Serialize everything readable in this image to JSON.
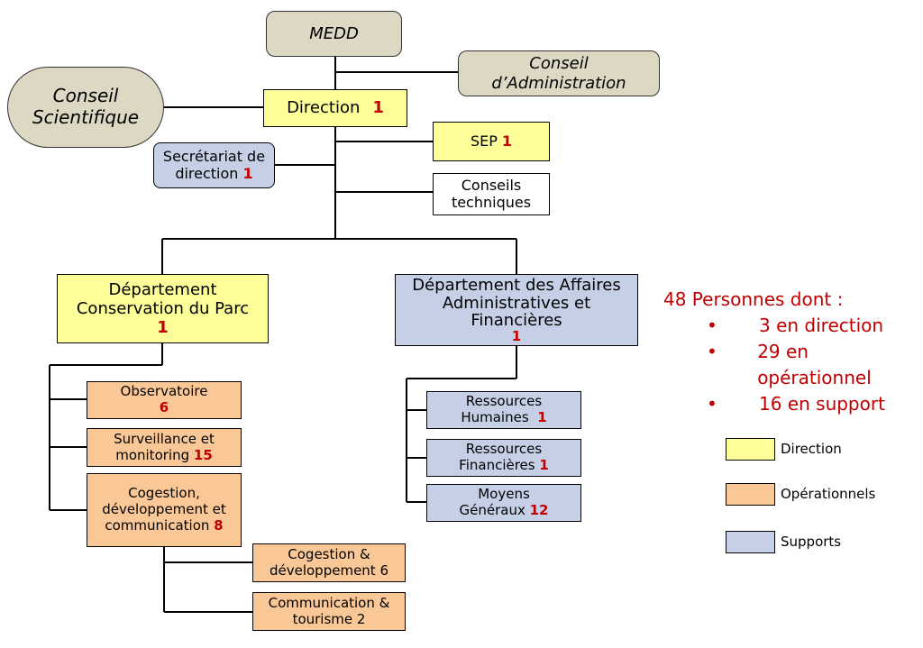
{
  "nodes": {
    "medd": {
      "label": "MEDD"
    },
    "conseil_admin": {
      "line1": "Conseil",
      "line2": "d’Administration"
    },
    "conseil_sci": {
      "line1": "Conseil",
      "line2": "Scientifique"
    },
    "direction": {
      "label": "Direction",
      "count": "1"
    },
    "sep": {
      "label": "SEP",
      "count": "1"
    },
    "secretariat": {
      "line1": "Secrétariat de",
      "line2": "direction",
      "count": "1"
    },
    "conseils_tech": {
      "line1": "Conseils",
      "line2": "techniques"
    },
    "dept_conservation": {
      "line1": "Département",
      "line2": "Conservation du Parc",
      "count": "1"
    },
    "dept_affaires": {
      "line1": "Département des Affaires",
      "line2": "Administratives et",
      "line3": "Financières",
      "count": "1"
    },
    "observatoire": {
      "label": "Observatoire",
      "count": "6"
    },
    "surveillance": {
      "line1": "Surveillance et",
      "line2": "monitoring",
      "count": "15"
    },
    "cogestion_main": {
      "line1": "Cogestion,",
      "line2": "développement et",
      "line3": "communication",
      "count": "8"
    },
    "cogestion_dev": {
      "line1": "Cogestion &",
      "line2": "développement 6"
    },
    "comm_tourisme": {
      "line1": "Communication &",
      "line2": "tourisme 2"
    },
    "ressources_humaines": {
      "line1": "Ressources",
      "line2": "Humaines",
      "count": "1"
    },
    "ressources_financieres": {
      "line1": "Ressources",
      "line2": "Financières",
      "count": "1"
    },
    "moyens_generaux": {
      "line1": "Moyens",
      "line2": "Généraux",
      "count": "12"
    }
  },
  "summary": {
    "title": "48 Personnes  dont :",
    "bullets": [
      "3 en direction",
      "29 en opérationnel",
      "16 en support"
    ],
    "bullet_char": "•"
  },
  "legend": [
    {
      "label": "Direction",
      "color": "#ffff99"
    },
    {
      "label": "Opérationnels",
      "color": "#fac896"
    },
    {
      "label": "Supports",
      "color": "#c5d0e6"
    }
  ]
}
